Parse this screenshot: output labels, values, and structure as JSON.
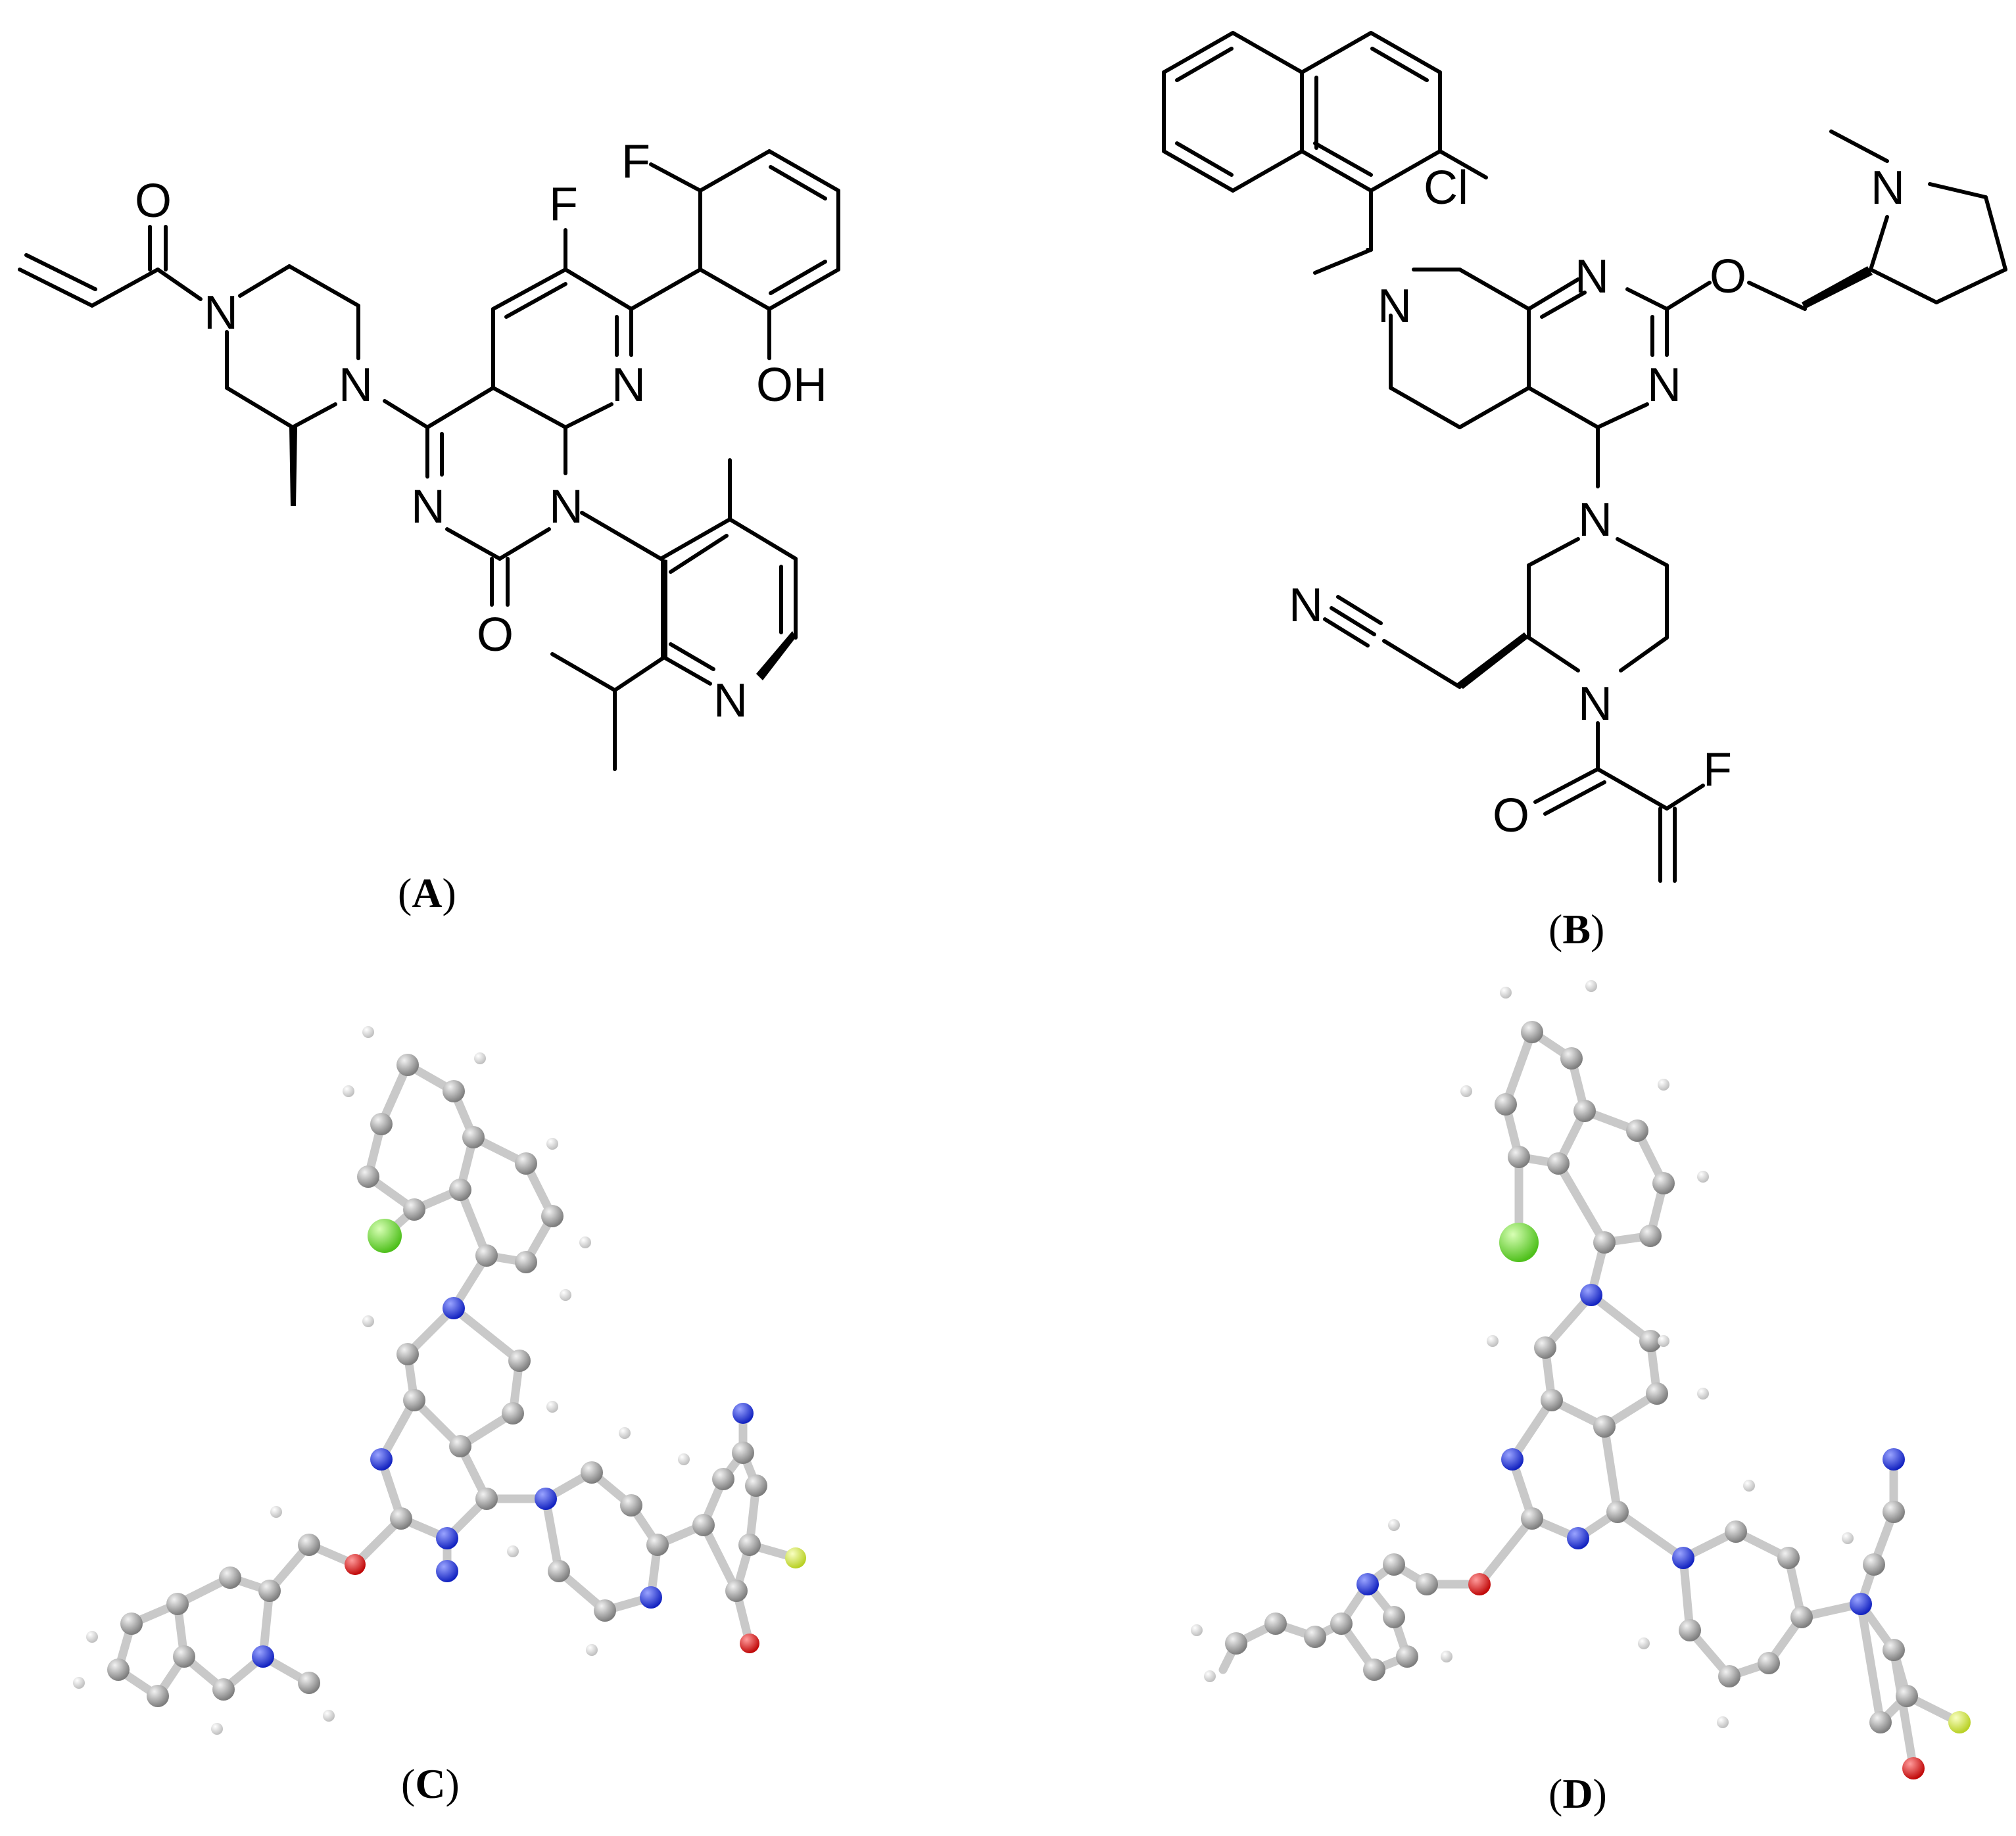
{
  "panels": {
    "a": {
      "label": "A"
    },
    "b": {
      "label": "B"
    },
    "c": {
      "label": "C"
    },
    "d": {
      "label": "D"
    }
  },
  "atoms_a": {
    "o_acryl": "O",
    "n_pip1": "N",
    "n_pip4": "N",
    "f_core": "F",
    "f_aryl": "F",
    "n_pyr": "N",
    "oh": "OH",
    "n_pm": "N",
    "n_pm2": "N",
    "o_pm": "O",
    "n_pyridine": "N"
  },
  "atoms_b": {
    "cl": "Cl",
    "n_bridge": "N",
    "n_pm1": "N",
    "n_pm2": "N",
    "o_ether": "O",
    "n_pyrr": "N",
    "n_pip_top": "N",
    "n_pip_bot": "N",
    "n_nitrile": "N",
    "o_amide": "O",
    "f_acryl": "F"
  },
  "colors": {
    "carbon": "#8f8f8f",
    "nitrogen": "#1f2fd4",
    "oxygen": "#e01010",
    "chlorine": "#5fd42a",
    "fluorine": "#c8e03a",
    "hydrogen": "#f0f0f0",
    "bond": "#000000"
  }
}
